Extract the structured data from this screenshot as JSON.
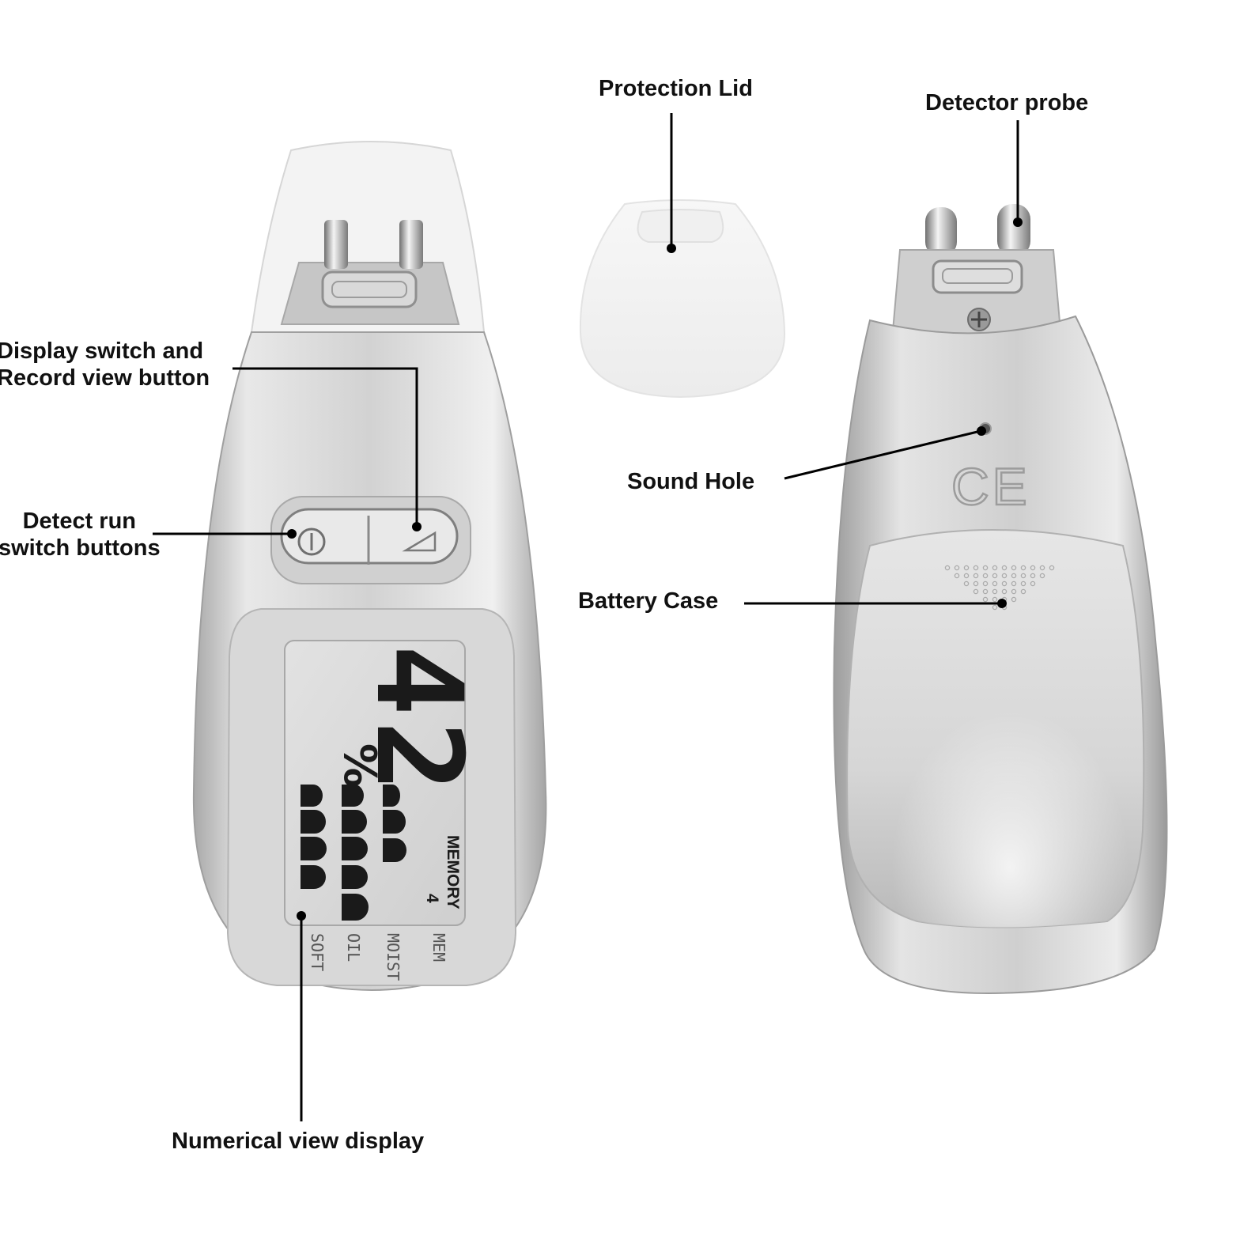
{
  "labels": {
    "display_switch_line1": "Display switch and",
    "display_switch_line2": "Record view button",
    "detect_run_line1": "Detect run",
    "detect_run_line2": "switch buttons",
    "protection_lid": "Protection Lid",
    "detector_probe": "Detector probe",
    "sound_hole": "Sound Hole",
    "battery_case": "Battery Case",
    "numerical_view_display": "Numerical view display"
  },
  "lcd": {
    "reading": "42",
    "percent_sign": "%",
    "memory_label": "MEMORY",
    "memory_number": "4",
    "column_labels": [
      "SOFT",
      "OIL",
      "MOIST",
      "MEM"
    ]
  },
  "back_marking": "CE",
  "colors": {
    "device_silver": "#c9c9c9",
    "lcd_background": "#d9d9d9",
    "lcd_segments": "#1a1a1a",
    "callout_line": "#000000"
  }
}
